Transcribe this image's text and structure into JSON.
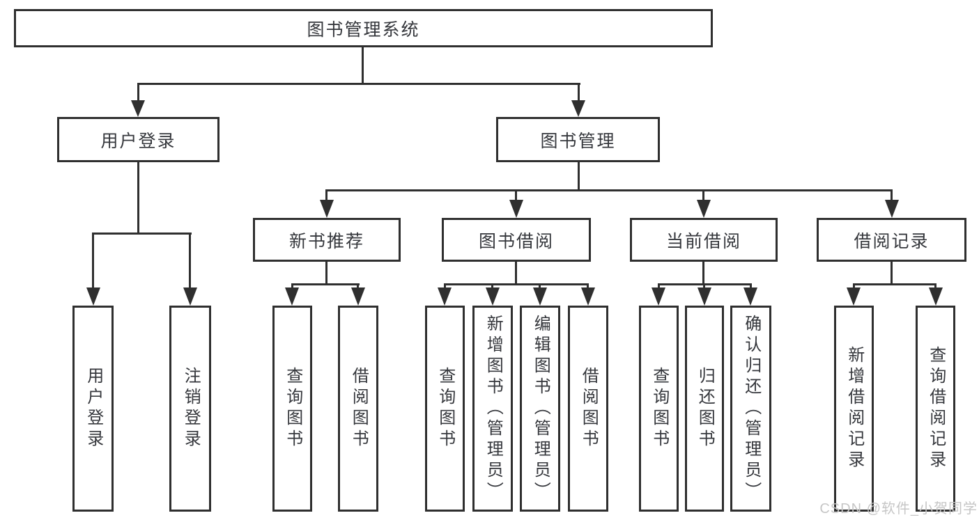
{
  "diagram": {
    "root": {
      "label": "图书管理系统"
    },
    "children": [
      {
        "label": "用户登录",
        "children": [
          {
            "label": "用户登录"
          },
          {
            "label": "注销登录"
          }
        ]
      },
      {
        "label": "图书管理",
        "children": [
          {
            "label": "新书推荐",
            "children": [
              {
                "label": "查询图书"
              },
              {
                "label": "借阅图书"
              }
            ]
          },
          {
            "label": "图书借阅",
            "children": [
              {
                "label": "查询图书"
              },
              {
                "label": "新增图书（管理员）"
              },
              {
                "label": "编辑图书（管理员）"
              },
              {
                "label": "借阅图书"
              }
            ]
          },
          {
            "label": "当前借阅",
            "children": [
              {
                "label": "查询图书"
              },
              {
                "label": "归还图书"
              },
              {
                "label": "确认归还（管理员）"
              }
            ]
          },
          {
            "label": "借阅记录",
            "children": [
              {
                "label": "新增借阅记录"
              },
              {
                "label": "查询借阅记录"
              }
            ]
          }
        ]
      }
    ]
  },
  "watermark": {
    "text": "CSDN @软件_小贺同学"
  },
  "colors": {
    "line": "#2f2f2f",
    "box_border": "#2f2f2f",
    "text": "#35373c",
    "watermark": "#c6c6c6",
    "background": "#ffffff"
  }
}
